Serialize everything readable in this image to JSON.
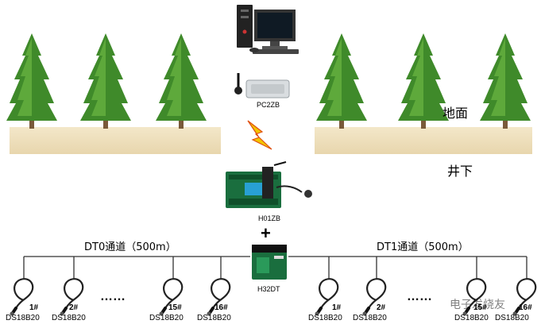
{
  "labels": {
    "surface": "地面",
    "underground": "井下",
    "pc_device": "PC2ZB",
    "node_device": "H01ZB",
    "plus": "+",
    "hub_device": "H32DT",
    "channel_left": "DT0通道（500m）",
    "channel_right": "DT1通道（500m）",
    "ellipsis": "……",
    "watermark": "电子发烧友"
  },
  "sensors": [
    {
      "num": "1#",
      "model": "DS18B20"
    },
    {
      "num": "2#",
      "model": "DS18B20"
    },
    {
      "num": "15#",
      "model": "DS18B20"
    },
    {
      "num": "16#",
      "model": "DS18B20"
    },
    {
      "num": "1#",
      "model": "DS18B20"
    },
    {
      "num": "2#",
      "model": "DS18B20"
    },
    {
      "num": "15#",
      "model": "DS18B20"
    },
    {
      "num": "16#",
      "model": "DS18B20"
    }
  ],
  "colors": {
    "ground": "#efe0be",
    "tree_leaf": "#3f8a2a",
    "tree_leaf_light": "#6cb743",
    "trunk": "#7a5a3a",
    "device_green": "#1a6e3e",
    "lightning": "#f2c500",
    "bus_line": "#333333"
  }
}
